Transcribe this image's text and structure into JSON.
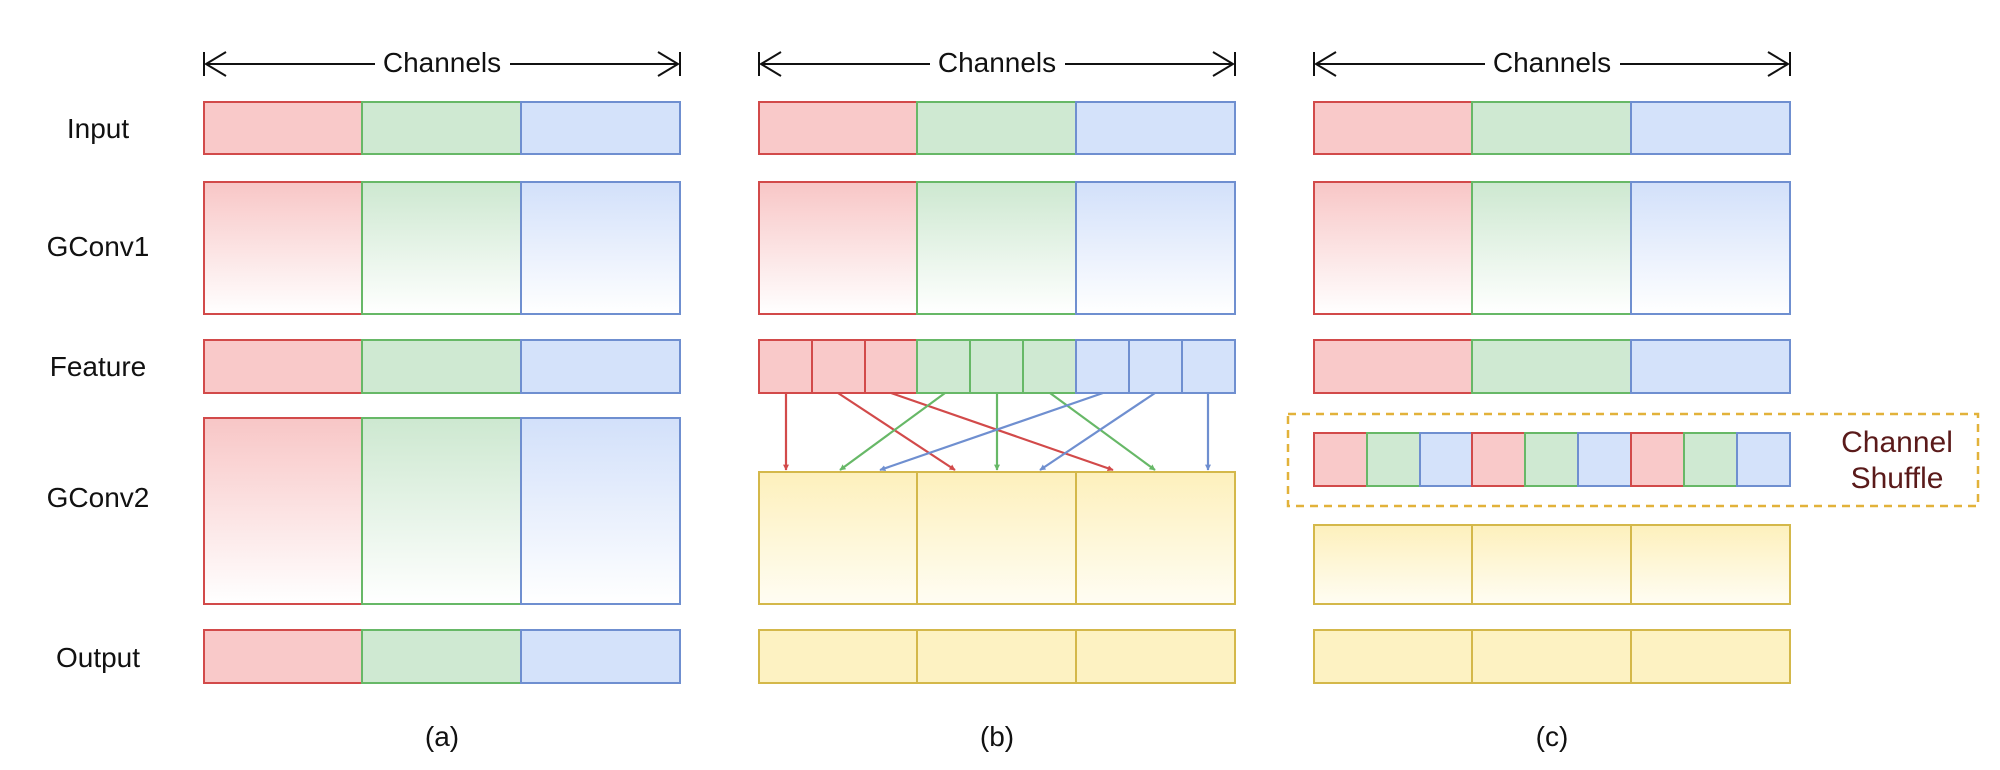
{
  "row_labels": [
    "Input",
    "GConv1",
    "Feature",
    "GConv2",
    "Output"
  ],
  "axis_label": "Channels",
  "panels": [
    {
      "id": "a",
      "label": "(a)"
    },
    {
      "id": "b",
      "label": "(b)"
    },
    {
      "id": "c",
      "label": "(c)"
    }
  ],
  "shuffle_label": {
    "line1": "Channel",
    "line2": "Shuffle"
  },
  "colors": {
    "red_stroke": "#d24a4a",
    "red_fill": "#f9c9c9",
    "green_stroke": "#67b867",
    "green_fill": "#cfe9d2",
    "blue_stroke": "#6f8fd0",
    "blue_fill": "#d4e2fa",
    "yellow_stroke": "#d4b84a",
    "yellow_fill": "#fdf2c2",
    "shuffle_border": "#e2b23a"
  }
}
